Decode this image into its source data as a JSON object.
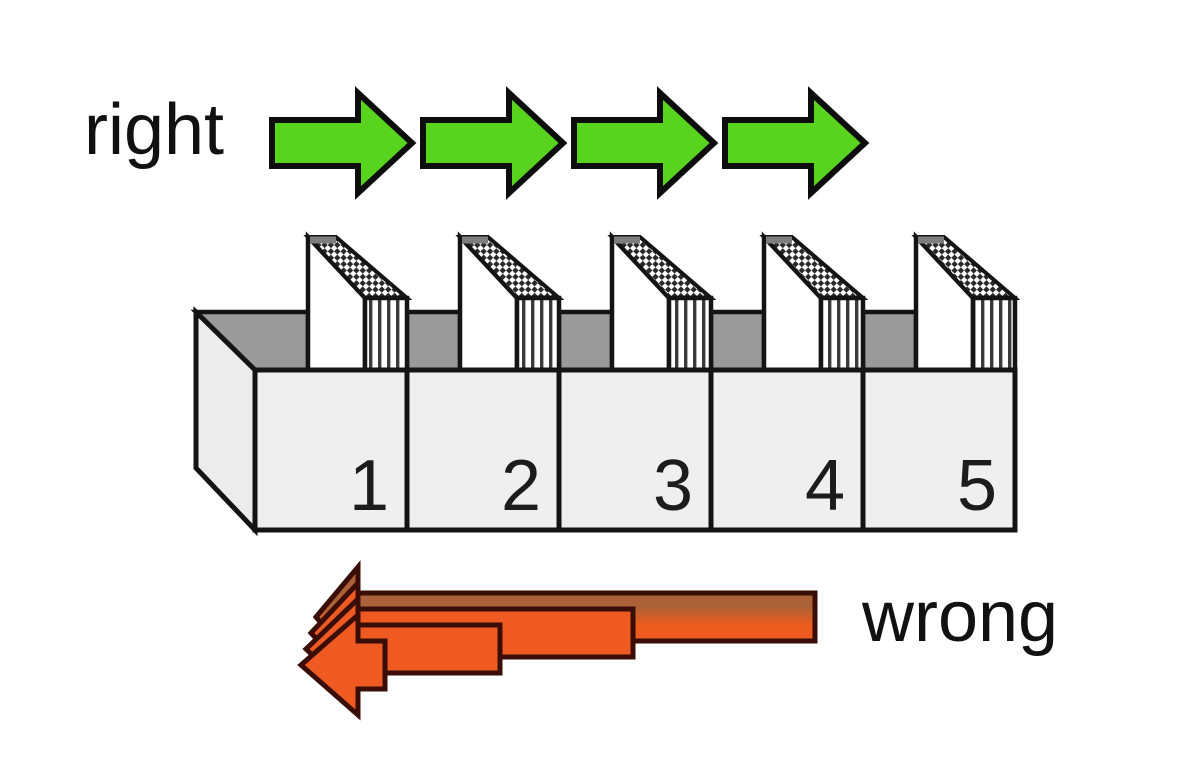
{
  "labels": {
    "right": "right",
    "wrong": "wrong"
  },
  "shelf": {
    "slots": [
      {
        "label": "1"
      },
      {
        "label": "2"
      },
      {
        "label": "3"
      },
      {
        "label": "4"
      },
      {
        "label": "5"
      }
    ]
  },
  "arrows": {
    "right_direction": {
      "count": 4,
      "direction": "right",
      "fill": "#58d41e",
      "outline": "#0d0d0d"
    },
    "wrong_direction": {
      "count": 4,
      "direction": "left",
      "fill": "#ee5a22",
      "back_arrow_fill_top": "#a86036",
      "back_arrow_fill_bottom": "#f25c1d",
      "outline": "#3a0d06"
    }
  },
  "colors": {
    "background": "#ffffff",
    "box_front": "#efefef",
    "box_side": "#ececec",
    "box_interior": "#9a9a9a",
    "folder_face": "#ffffff",
    "line": "#141414",
    "number_color": "#1c1c1c"
  }
}
